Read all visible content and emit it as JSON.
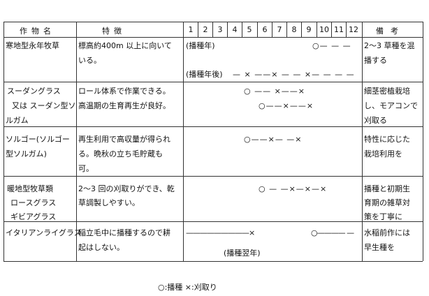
{
  "header": {
    "crop": "作物名",
    "feature": "特徴",
    "months": [
      "1",
      "2",
      "3",
      "4",
      "5",
      "6",
      "7",
      "8",
      "9",
      "10",
      "11",
      "12"
    ],
    "remarks": "備考"
  },
  "rows": [
    {
      "crop": [
        "寒地型永年牧草"
      ],
      "feature": [
        "標高約400m 以上に向いて",
        "いる。"
      ],
      "schedule": [
        {
          "label": "(播種年)"
        },
        {
          "text": "○— — —"
        },
        {
          "label": "(播種年後)"
        },
        {
          "text": "— × ——× — — ×— — — —"
        }
      ],
      "remarks": [
        "2～3 草種を混",
        "播する"
      ]
    },
    {
      "crop": [
        "スーダングラス",
        "又は スーダン型ソ",
        "ルガム"
      ],
      "feature": [
        "ロール体系で作業できる。",
        "高温期の生育再生が良好。"
      ],
      "schedule": [
        {
          "text": "○ —— ×——×"
        },
        {
          "text": "○——×——×"
        }
      ],
      "remarks": [
        "細茎密植栽培",
        "し、モアコンで",
        "刈取る"
      ]
    },
    {
      "crop": [
        "ソルゴー(ソルゴー",
        "型ソルガム)"
      ],
      "feature": [
        "再生利用で高収量が得られ",
        "る。晩秋の立ち毛貯蔵も",
        "可。"
      ],
      "schedule": [
        {
          "text": "○——×— —×"
        }
      ],
      "remarks": [
        "特性に応じた",
        "栽培利用を"
      ]
    },
    {
      "crop": [
        "暖地型牧草類",
        "ロースグラス",
        "ギビアグラス"
      ],
      "feature": [
        "2～3 回の刈取りができ、乾",
        "草調製しやすい。"
      ],
      "schedule": [
        {
          "text": "○ — —×—×—×"
        }
      ],
      "remarks": [
        "播種と初期生",
        "育期の雑草対",
        "策を丁寧に"
      ]
    },
    {
      "crop": [
        "イタリアンライグラス"
      ],
      "feature": [
        "稲立毛中に播種するので耕",
        "起はしない。"
      ],
      "schedule": [
        {
          "text": "—————————×"
        },
        {
          "text": "○———— —"
        },
        {
          "label": "(播種翌年)"
        }
      ],
      "remarks": [
        "水稲前作には",
        "早生種を"
      ]
    }
  ],
  "legend": "○:播種 ×:刈取り"
}
